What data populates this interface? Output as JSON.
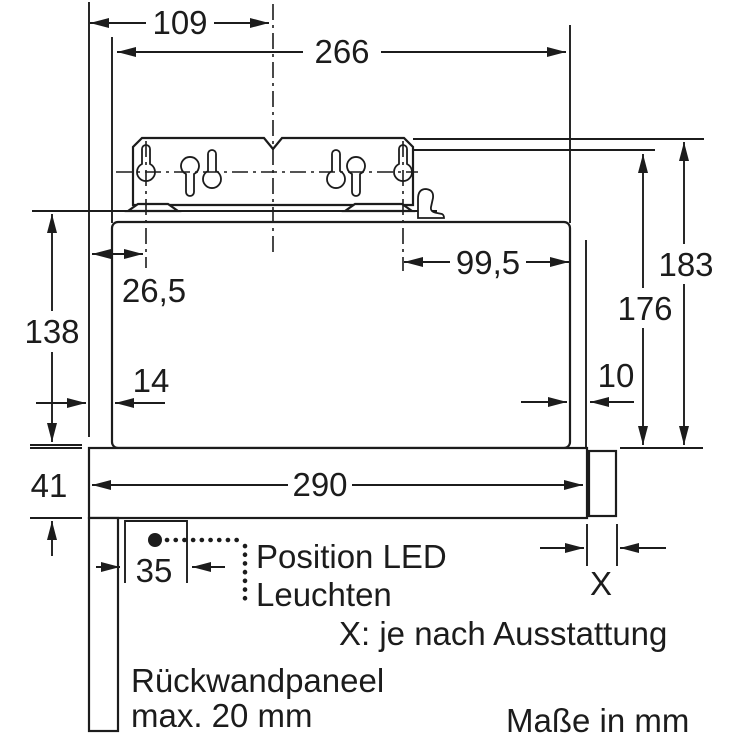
{
  "diagram": {
    "type": "installation-dimension-drawing",
    "unit_note": "Maße in mm",
    "dimensions": {
      "d109": "109",
      "d266": "266",
      "d26_5": "26,5",
      "d99_5": "99,5",
      "d138": "138",
      "d14": "14",
      "d10": "10",
      "d176": "176",
      "d183": "183",
      "d41": "41",
      "d290": "290",
      "d35": "35",
      "dX": "X"
    },
    "annotations": {
      "led_line1": "Position LED",
      "led_line2": "Leuchten",
      "x_note": "X: je nach Ausstattung",
      "back_panel_line1": "Rückwandpaneel",
      "back_panel_line2": "max. 20 mm"
    },
    "colors": {
      "line": "#1c1c1c",
      "background": "#ffffff"
    }
  }
}
